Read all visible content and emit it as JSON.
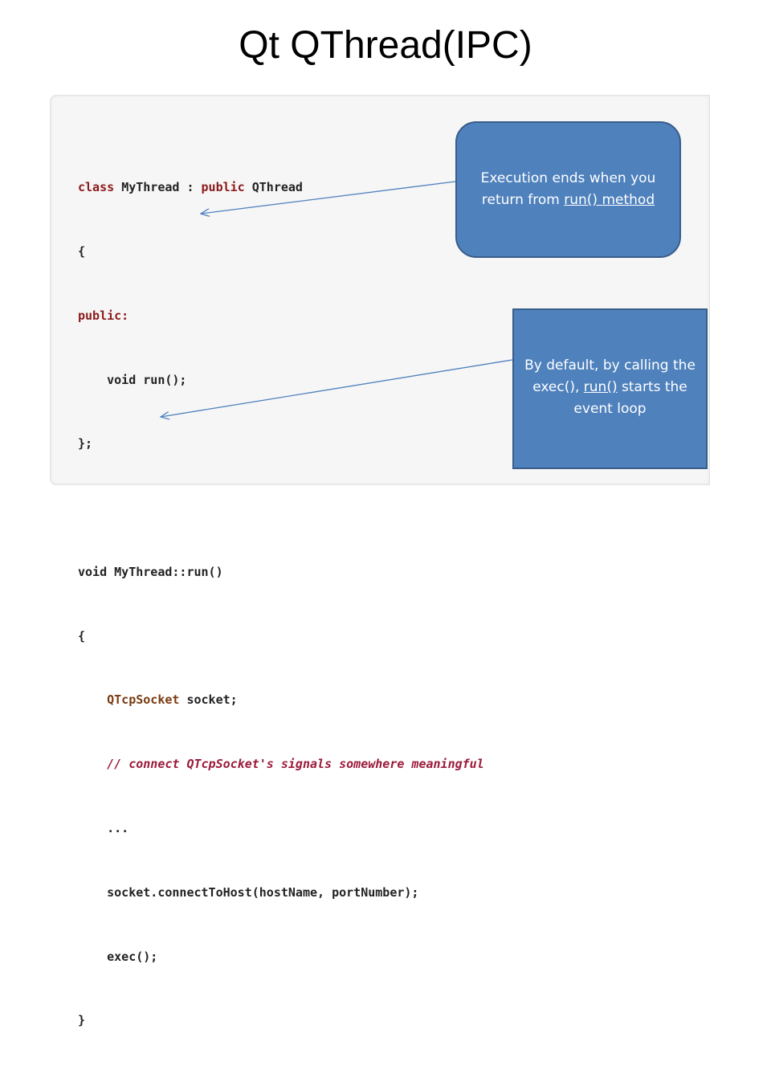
{
  "slide": {
    "title": "Qt QThread(IPC)"
  },
  "code": {
    "line1": {
      "kw1": "class",
      "name": "MyThread",
      "sep": ":",
      "kw2": "public",
      "base": "QThread"
    },
    "line2": "{",
    "line3": "public:",
    "line4": "void run();",
    "line5": "};",
    "line7": {
      "kw": "void",
      "rest": "MyThread::run()"
    },
    "line8": "{",
    "line9": {
      "type": "QTcpSocket",
      "rest": "socket;"
    },
    "line10": "// connect QTcpSocket's signals somewhere meaningful",
    "line11": "...",
    "line12": "socket.connectToHost(hostName, portNumber);",
    "line13": "exec();",
    "line14": "}"
  },
  "callouts": {
    "first": {
      "before": "Execution ends when you return from ",
      "underlined": "run() method"
    },
    "second": {
      "before": "By default, by calling the exec(), ",
      "underlined": "run()",
      "after": " starts the event loop"
    }
  },
  "colors": {
    "callout_fill": "#4f81bd",
    "callout_border": "#385d8a",
    "keyword": "#8b1a1a",
    "comment": "#9b1a3a"
  }
}
